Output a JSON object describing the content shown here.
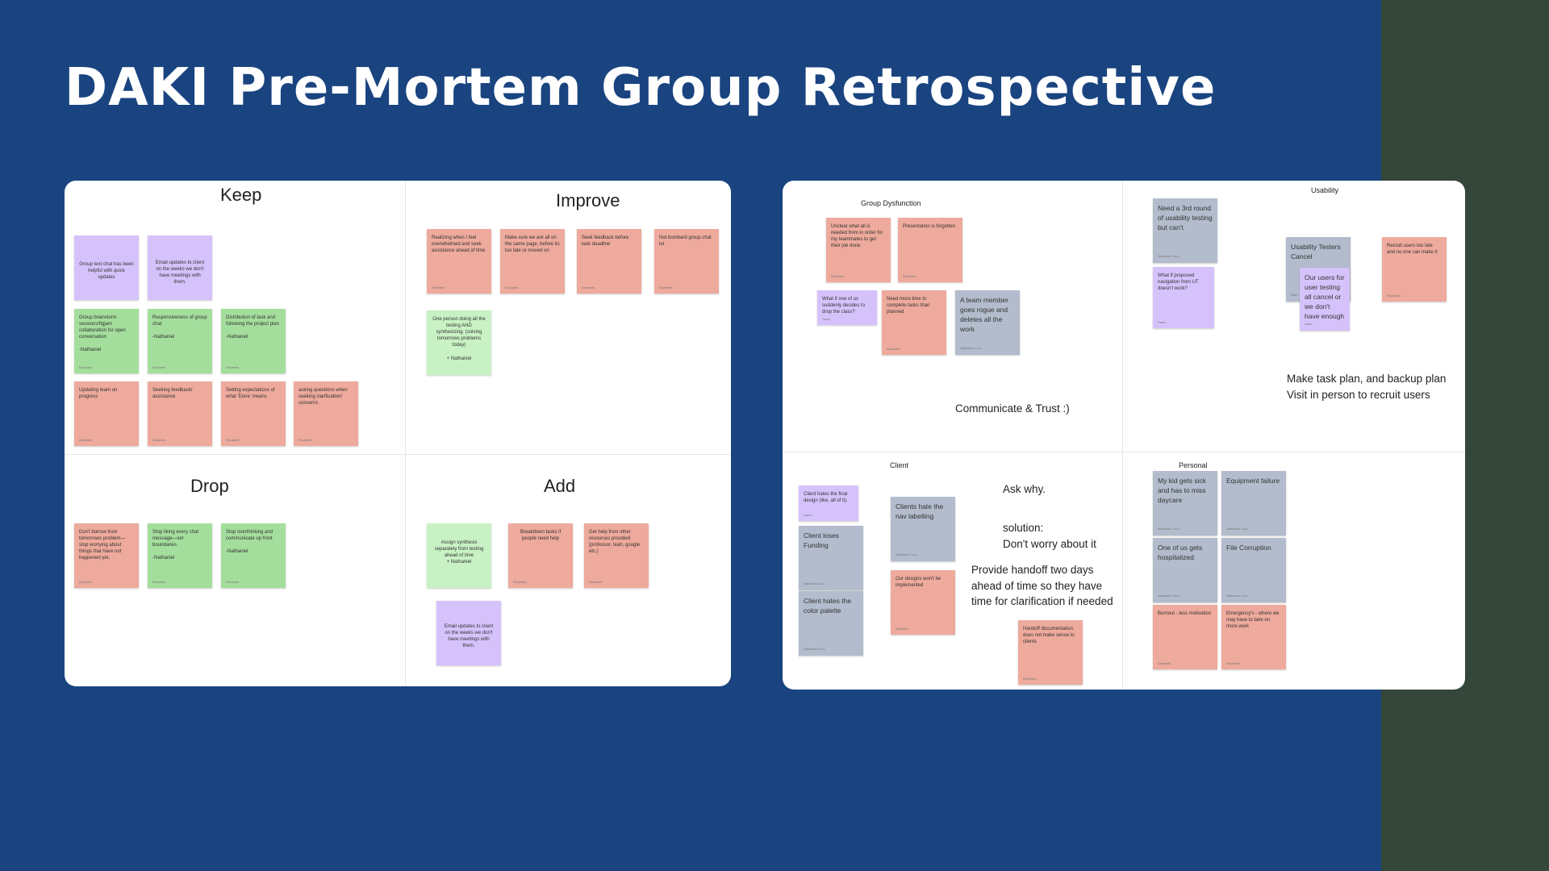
{
  "slide": {
    "title": "DAKI Pre-Mortem Group Retrospective"
  },
  "board_left": {
    "keep": {
      "title": "Keep",
      "notes": [
        {
          "text": "Group text chat has been helpful with quick updates",
          "author": "",
          "color": "purple"
        },
        {
          "text": "Email updates to client on the weeks we don't have meetings with them.",
          "author": "",
          "color": "purple"
        },
        {
          "text": "Group brainstorm sessions/figjam collaboration for open conversation\n\n-Nathaniel",
          "author": "Elizabeth",
          "color": "green"
        },
        {
          "text": "Responsiveness of group chat\n\n-Nathaniel",
          "author": "Elizabeth",
          "color": "green"
        },
        {
          "text": "Distribution of task and following the project plan\n\n-Nathaniel",
          "author": "Elizabeth",
          "color": "green"
        },
        {
          "text": "Updating team on progress",
          "author": "Elizabeth",
          "color": "salmon"
        },
        {
          "text": "Seeking feedback/ assistance",
          "author": "Elizabeth",
          "color": "salmon"
        },
        {
          "text": "Setting expectations of what 'Done' means",
          "author": "Elizabeth",
          "color": "salmon"
        },
        {
          "text": "asking questions when seeking clarification/ concerns",
          "author": "Elizabeth",
          "color": "salmon"
        }
      ]
    },
    "improve": {
      "title": "Improve",
      "notes": [
        {
          "text": "Realizing when I feel overwhelmed and seek assistance ahead of time",
          "author": "Elizabeth",
          "color": "salmon"
        },
        {
          "text": "Make sure we are all on the same page, before its too late or moved on",
          "author": "Elizabeth",
          "color": "salmon"
        },
        {
          "text": "Seek feedback before task deadline",
          "author": "Elizabeth",
          "color": "salmon"
        },
        {
          "text": "Not bombard group chat lol",
          "author": "Elizabeth",
          "color": "salmon"
        },
        {
          "text": "One person doing all the testing AND synthesizing. (solving tomorrows problems today)\n\n+ Nathaniel",
          "author": "",
          "color": "lgreen"
        }
      ]
    },
    "drop": {
      "title": "Drop",
      "notes": [
        {
          "text": "Don't borrow from tomorrows problem—stop worrying about things that have not happened yet.",
          "author": "Elizabeth",
          "color": "salmon"
        },
        {
          "text": "Stop liking every chat message—set boundaries.\n\n-Nathaniel",
          "author": "Elizabeth",
          "color": "green"
        },
        {
          "text": "Stop overthinking and communicate up front\n\n-Nathaniel",
          "author": "Elizabeth",
          "color": "green"
        }
      ]
    },
    "add": {
      "title": "Add",
      "notes": [
        {
          "text": "Assign synthesis separately from testing ahead of time\n+ Nathaniel",
          "author": "",
          "color": "lgreen"
        },
        {
          "text": "Breakdown tasks if people need help",
          "author": "Elizabeth",
          "color": "salmon"
        },
        {
          "text": "Get help from other resources provided (professor, teah, google etc.)",
          "author": "Elizabeth",
          "color": "salmon"
        },
        {
          "text": "Email updates to client on the weeks we don't have meetings with them.",
          "author": "",
          "color": "purple"
        }
      ]
    }
  },
  "board_right": {
    "group": {
      "title": "Group Dysfunction",
      "notes": [
        {
          "text": "Unclear what all is needed from in order for my teammates to get their job done",
          "author": "Elizabeth",
          "color": "salmon"
        },
        {
          "text": "Presentation is forgotten",
          "author": "Elizabeth",
          "color": "salmon"
        },
        {
          "text": "What if one of us suddenly decides to drop the class?",
          "author": "Daria",
          "color": "purple"
        },
        {
          "text": "Need more time to complete tasks than planned",
          "author": "Elizabeth",
          "color": "salmon"
        },
        {
          "text": "A team member goes rogue and deletes all the work",
          "author": "Nathaniel Cruz",
          "color": "gray"
        }
      ],
      "comment": "Communicate & Trust :)"
    },
    "usability": {
      "title": "Usability",
      "notes": [
        {
          "text": "Need a 3rd round of usability testing but can't",
          "author": "Nathaniel Cruz",
          "color": "gray"
        },
        {
          "text": "What if proposed navigation from UT doesn't work?",
          "author": "Daria",
          "color": "purple"
        },
        {
          "text": "Usability Testers Cancel",
          "author": "Nath",
          "color": "gray"
        },
        {
          "text": "Our users for user testing all cancel or we don't have enough",
          "author": "Daria",
          "color": "purple"
        },
        {
          "text": "Recruit users too late and no one can make it",
          "author": "Elizabeth",
          "color": "salmon"
        }
      ],
      "comment": "Make task plan, and backup plan\nVisit in person to recruit users"
    },
    "client": {
      "title": "Client",
      "notes": [
        {
          "text": "Client hates the final design (like, all of it).",
          "author": "Daria",
          "color": "purple"
        },
        {
          "text": "Client loses Funding",
          "author": "Nathaniel Cruz",
          "color": "gray"
        },
        {
          "text": "Client hates the color palette",
          "author": "Nathaniel Cruz",
          "color": "gray"
        },
        {
          "text": "Clients hate the nav labelling",
          "author": "Nathaniel Cruz",
          "color": "gray"
        },
        {
          "text": "Our designs won't be implemented",
          "author": "Elizabeth",
          "color": "salmon"
        },
        {
          "text": "Handoff documentation does not make sense to clients",
          "author": "Elizabeth",
          "color": "salmon"
        }
      ],
      "comment_ask": "Ask why.",
      "comment_solution": "solution:\nDon't worry about it",
      "comment_handoff": "Provide handoff two days\nahead of time so they have\ntime for clarification if needed"
    },
    "personal": {
      "title": "Personal",
      "notes": [
        {
          "text": "My kid gets sick and has to miss daycare",
          "author": "Nathaniel Cruz",
          "color": "gray"
        },
        {
          "text": "Equipment failure",
          "author": "Nathaniel Cruz",
          "color": "gray"
        },
        {
          "text": "One of us gets hospitalized",
          "author": "Nathaniel Cruz",
          "color": "gray"
        },
        {
          "text": "File Corruption",
          "author": "Nathaniel Cruz",
          "color": "gray"
        },
        {
          "text": "Burnout - less motivation",
          "author": "Elizabeth",
          "color": "salmon"
        },
        {
          "text": "Emergency's - where we may have to take on more work",
          "author": "Elizabeth",
          "color": "salmon"
        }
      ]
    }
  }
}
